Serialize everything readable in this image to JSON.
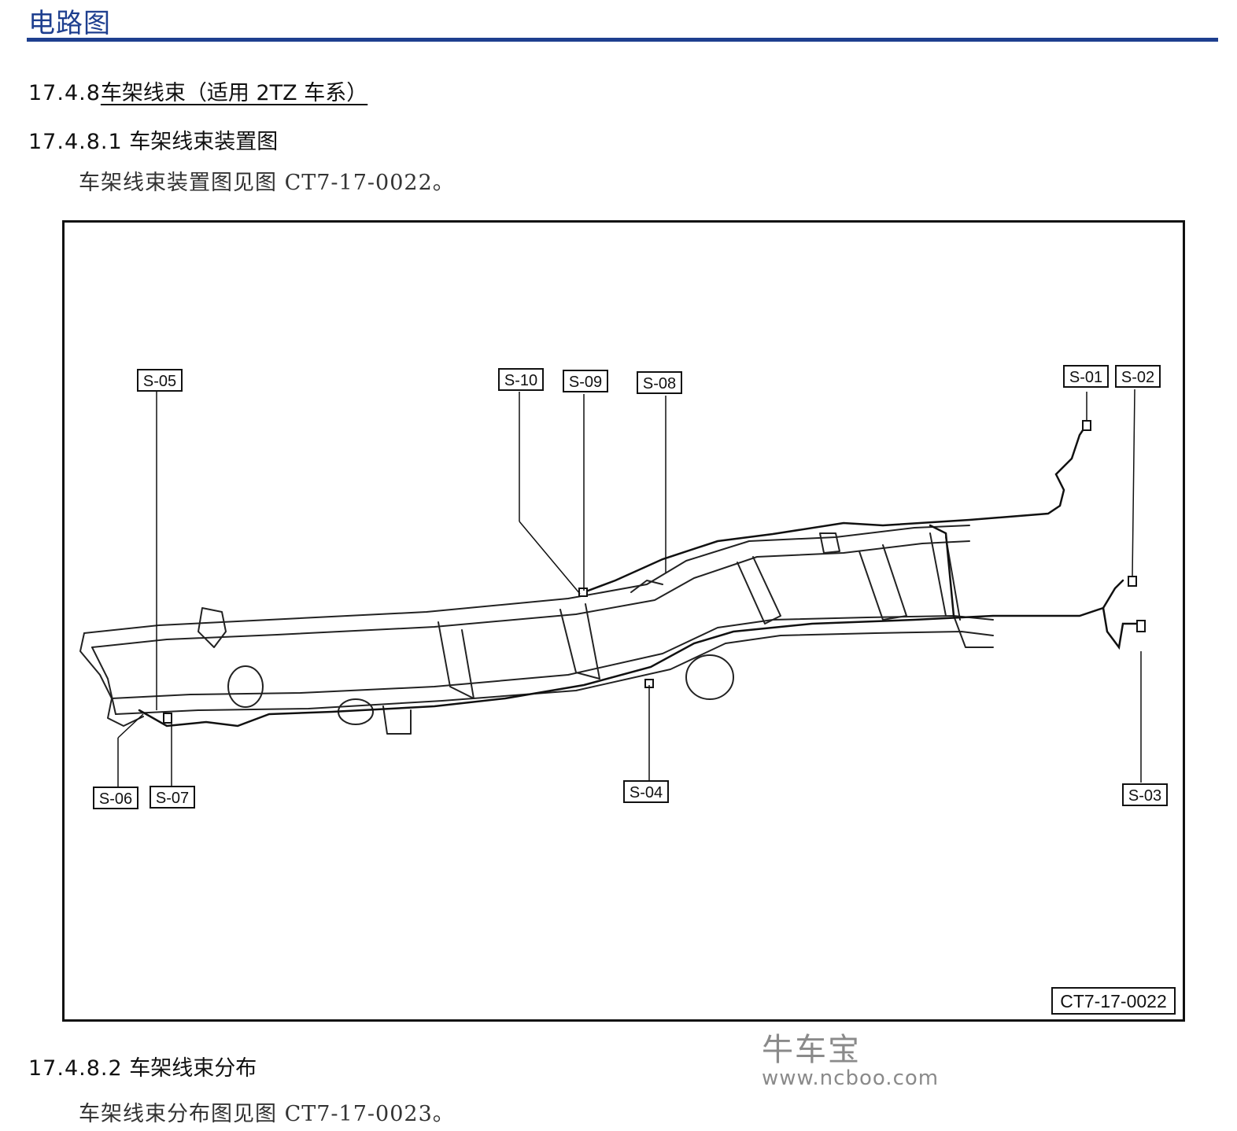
{
  "header": {
    "title": "电路图"
  },
  "section": {
    "number": "17.4.8",
    "title": "车架线束（适用 2TZ 车系）"
  },
  "subsection1": {
    "number": "17.4.8.1",
    "title": "车架线束装置图",
    "body": "车架线束装置图见图 CT7-17-0022。"
  },
  "figure": {
    "id": "CT7-17-0022",
    "callouts": [
      "S-01",
      "S-02",
      "S-03",
      "S-04",
      "S-05",
      "S-06",
      "S-07",
      "S-08",
      "S-09",
      "S-10"
    ]
  },
  "subsection2": {
    "number": "17.4.8.2",
    "title": "车架线束分布",
    "body": "车架线束分布图见图 CT7-17-0023。"
  },
  "watermark": {
    "brand": "牛车宝",
    "url": "www.ncboo.com"
  },
  "colors": {
    "header": "#1e3f8f",
    "watermark": "#8a8a8a"
  }
}
